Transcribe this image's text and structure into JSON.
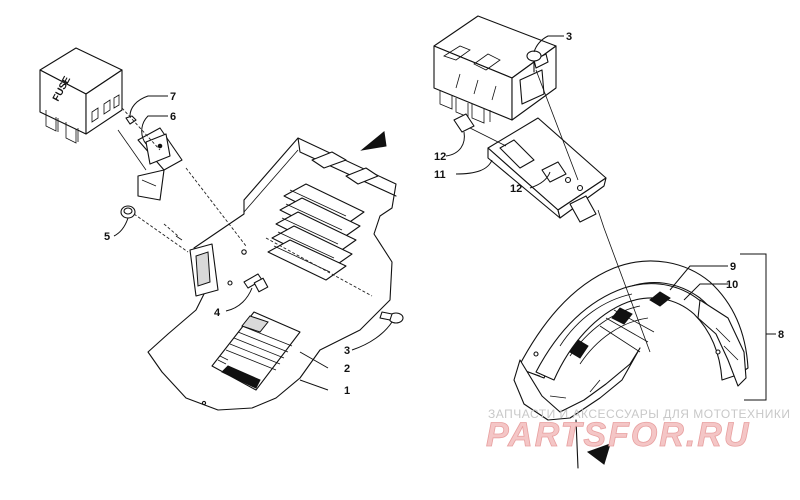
{
  "fuse_label": "FUSE",
  "callouts": [
    {
      "id": "c1",
      "label": "1"
    },
    {
      "id": "c2",
      "label": "2"
    },
    {
      "id": "c3a",
      "label": "3"
    },
    {
      "id": "c3b",
      "label": "3"
    },
    {
      "id": "c4",
      "label": "4"
    },
    {
      "id": "c5",
      "label": "5"
    },
    {
      "id": "c6",
      "label": "6"
    },
    {
      "id": "c7",
      "label": "7"
    },
    {
      "id": "c8",
      "label": "8"
    },
    {
      "id": "c9",
      "label": "9"
    },
    {
      "id": "c10",
      "label": "10"
    },
    {
      "id": "c11",
      "label": "11"
    },
    {
      "id": "c12a",
      "label": "12"
    },
    {
      "id": "c12b",
      "label": "12"
    }
  ],
  "watermark": {
    "tagline": "ЗАПЧАСТИ И АКСЕССУАРЫ ДЛЯ МОТОТЕХНИКИ",
    "brand": "PARTSFOR.RU"
  }
}
